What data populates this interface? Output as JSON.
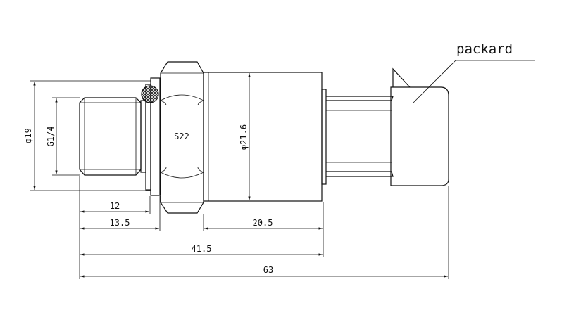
{
  "drawing": {
    "labels": {
      "hex_size": "S22",
      "body_diameter": "φ21.6",
      "outer_diameter": "φ19",
      "thread_spec": "G1/4",
      "connector": "packard"
    },
    "dimensions": {
      "thread_length": "12",
      "to_hex_length": "13.5",
      "body_length": "20.5",
      "to_body_end_length": "41.5",
      "overall_length": "63"
    }
  }
}
